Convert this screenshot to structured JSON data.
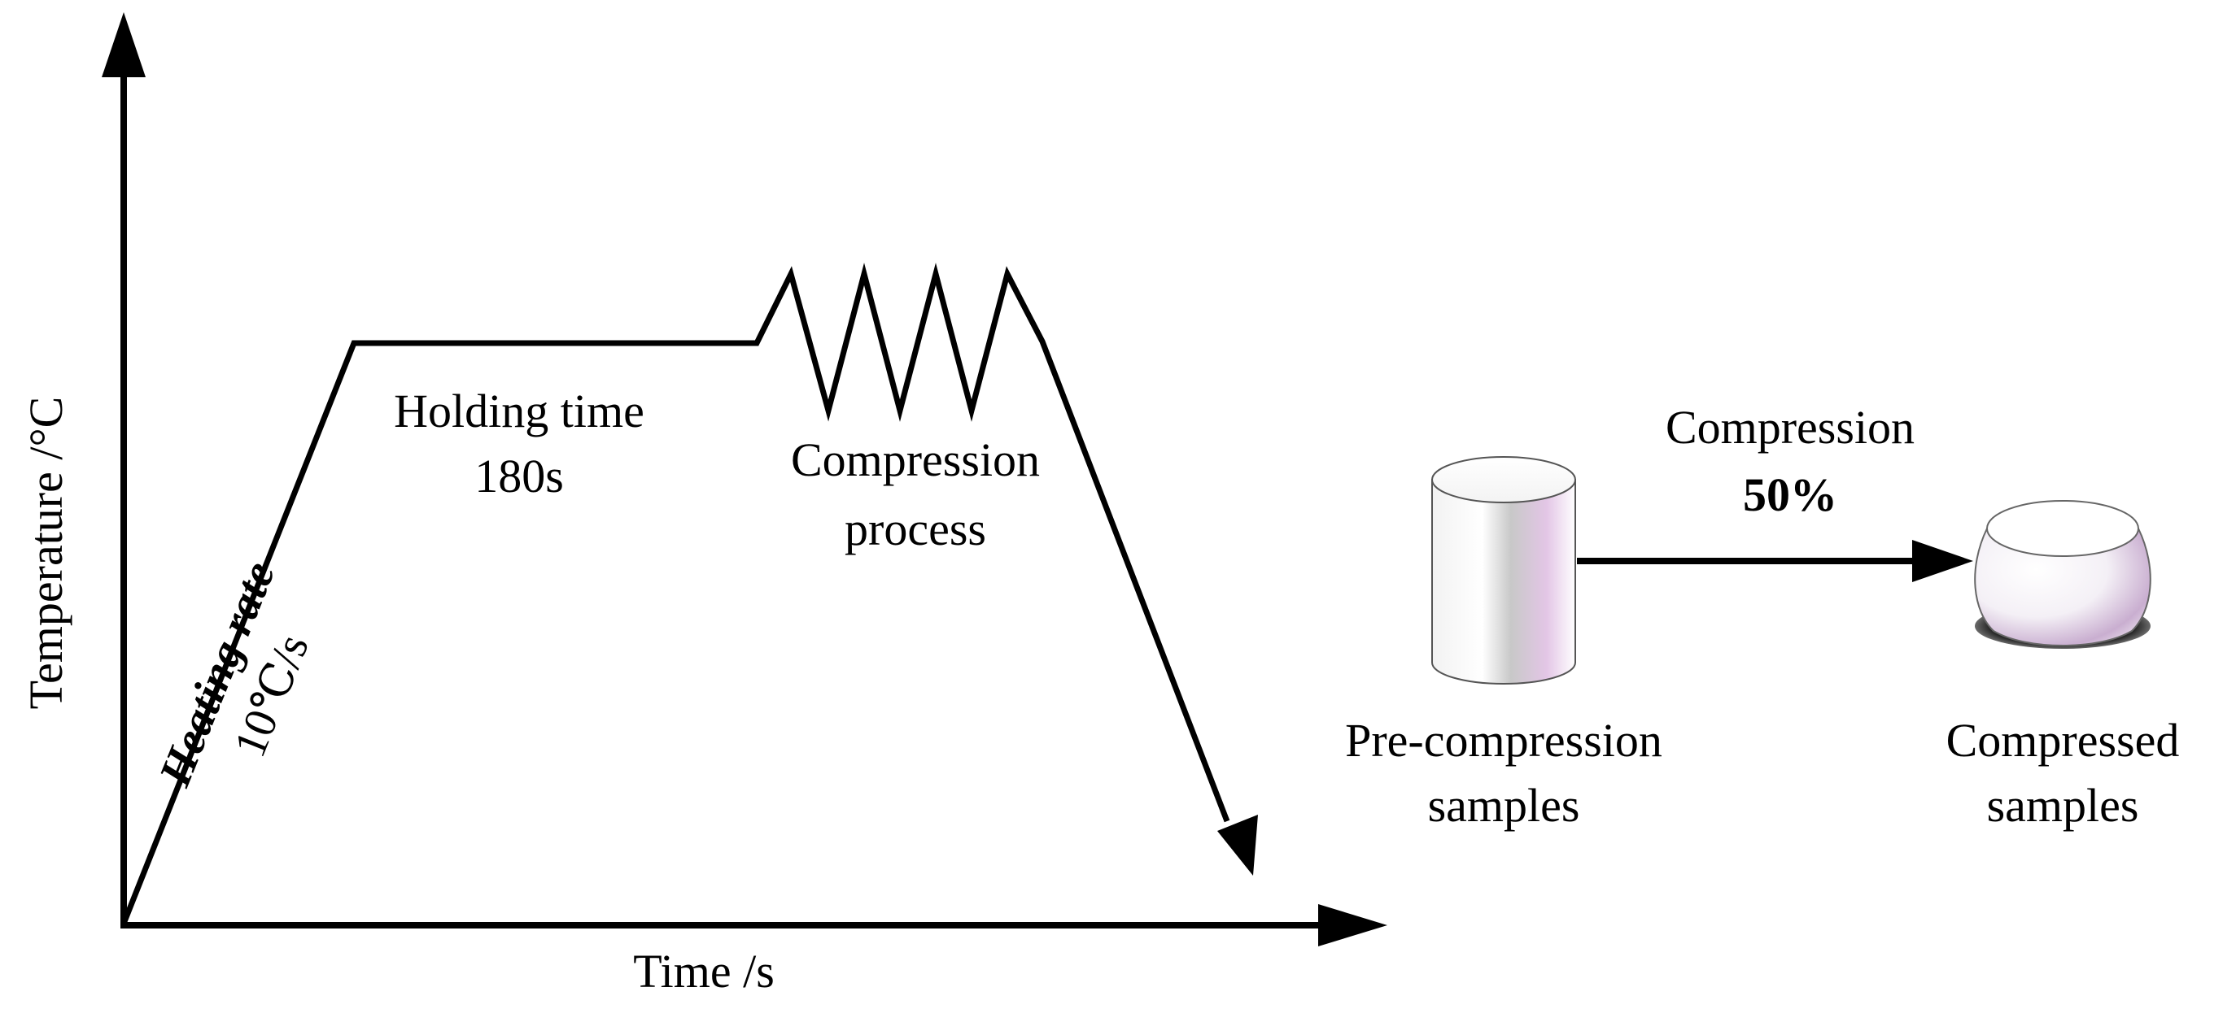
{
  "axes": {
    "y_label": "Temperature /°C",
    "x_label": "Time /s"
  },
  "stages": {
    "heating": {
      "label_line1": "Heating rate",
      "label_line2": "10℃/s"
    },
    "holding": {
      "label_line1": "Holding time",
      "label_line2": "180s"
    },
    "compression": {
      "label_line1": "Compression",
      "label_line2": "process"
    }
  },
  "samples": {
    "before": {
      "label_line1": "Pre-compression",
      "label_line2": "samples"
    },
    "after": {
      "label_line1": "Compressed",
      "label_line2": "samples"
    },
    "transition": {
      "label_line1": "Compression",
      "label_line2": "50%"
    }
  },
  "colors": {
    "ink": "#000000",
    "sample_highlight": "#e3c6e6",
    "sample_shadow": "#1a1a1a"
  }
}
